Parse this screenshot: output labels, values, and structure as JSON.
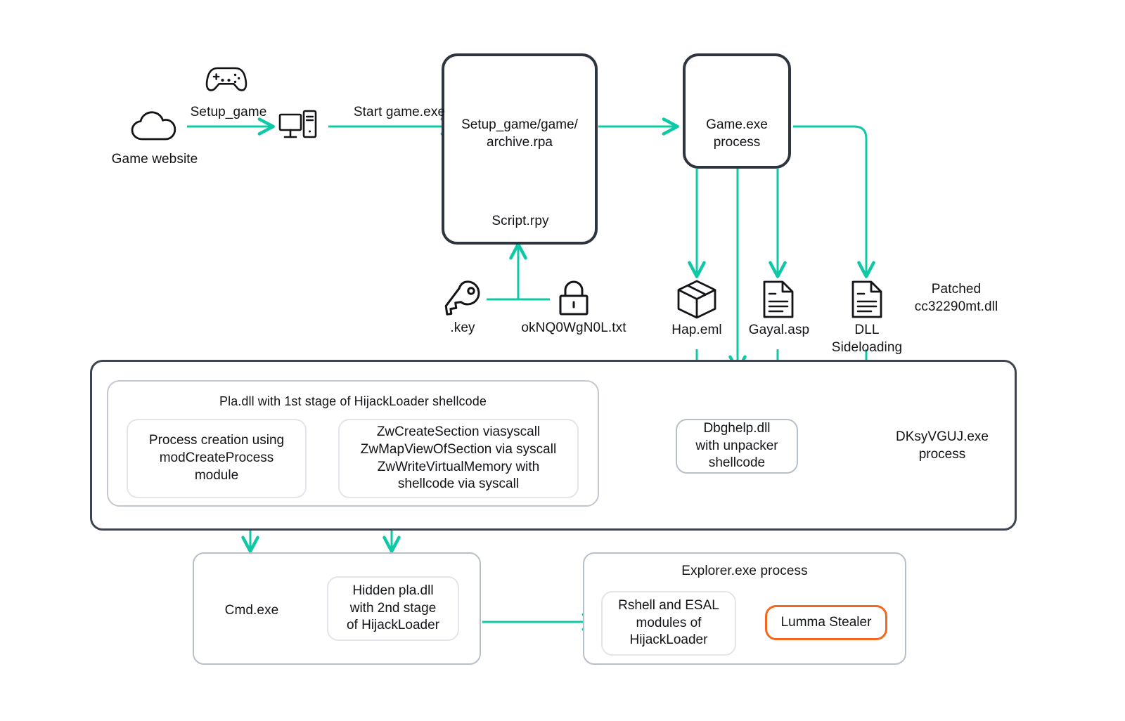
{
  "theme": {
    "arrow_color": "#0FC8A6",
    "stroke_dark": "#2F353F",
    "stroke_outer": "#3D4450",
    "stroke_light": "#B9BFC8",
    "stroke_faint": "#E2E5E9",
    "accent_orange": "#F4671F",
    "text_color": "#121417",
    "background": "#FFFFFF"
  },
  "stage1": {
    "website_label": "Game website",
    "cloud_icon": "cloud-icon",
    "gamepad_icon": "gamepad-icon",
    "desktop_icon": "desktop-computer-icon",
    "edge_setup_game": "Setup_game",
    "edge_start_game": "Start game.exe"
  },
  "setup_box": {
    "folder_icon": "folder-icon",
    "archive_label": "Setup_game/game/\narchive.rpa",
    "document_icon": "document-icon",
    "script_label": "Script.rpy"
  },
  "game_process": {
    "gamepad_icon": "gamepad-icon",
    "label": "Game.exe\nprocess"
  },
  "key_row": {
    "key_icon": "key-icon",
    "key_label": ".key",
    "lock_icon": "lock-icon",
    "lock_label": "okNQ0WgN0L.txt"
  },
  "dropped_files": [
    {
      "icon": "package-box-icon",
      "label": "Hap.eml"
    },
    {
      "icon": "document-icon",
      "label": "Gayal.asp"
    },
    {
      "icon": "document-icon",
      "label": "DLL\nSideloading"
    }
  ],
  "patched_note": "Patched\ncc32290mt.dll",
  "loader_panel": {
    "inner_title": "Pla.dll with 1st stage of HijackLoader shellcode",
    "step_one": "Process creation using\nmodCreateProcess\nmodule",
    "step_two": "ZwCreateSection viasyscall\nZwMapViewOfSection via syscall\nZwWriteVirtualMemory with\nshellcode via syscall"
  },
  "dbghelp": {
    "label": "Dbghelp.dll\nwith unpacker\nshellcode",
    "process_label": "DKsyVGUJ.exe\nprocess"
  },
  "cmd_panel": {
    "label": "Cmd.exe",
    "hidden_module": "Hidden pla.dll\nwith 2nd stage\nof HijackLoader"
  },
  "explorer_panel": {
    "title": "Explorer.exe process",
    "modules": "Rshell and ESAL\nmodules of\nHijackLoader",
    "payload": "Lumma Stealer"
  }
}
